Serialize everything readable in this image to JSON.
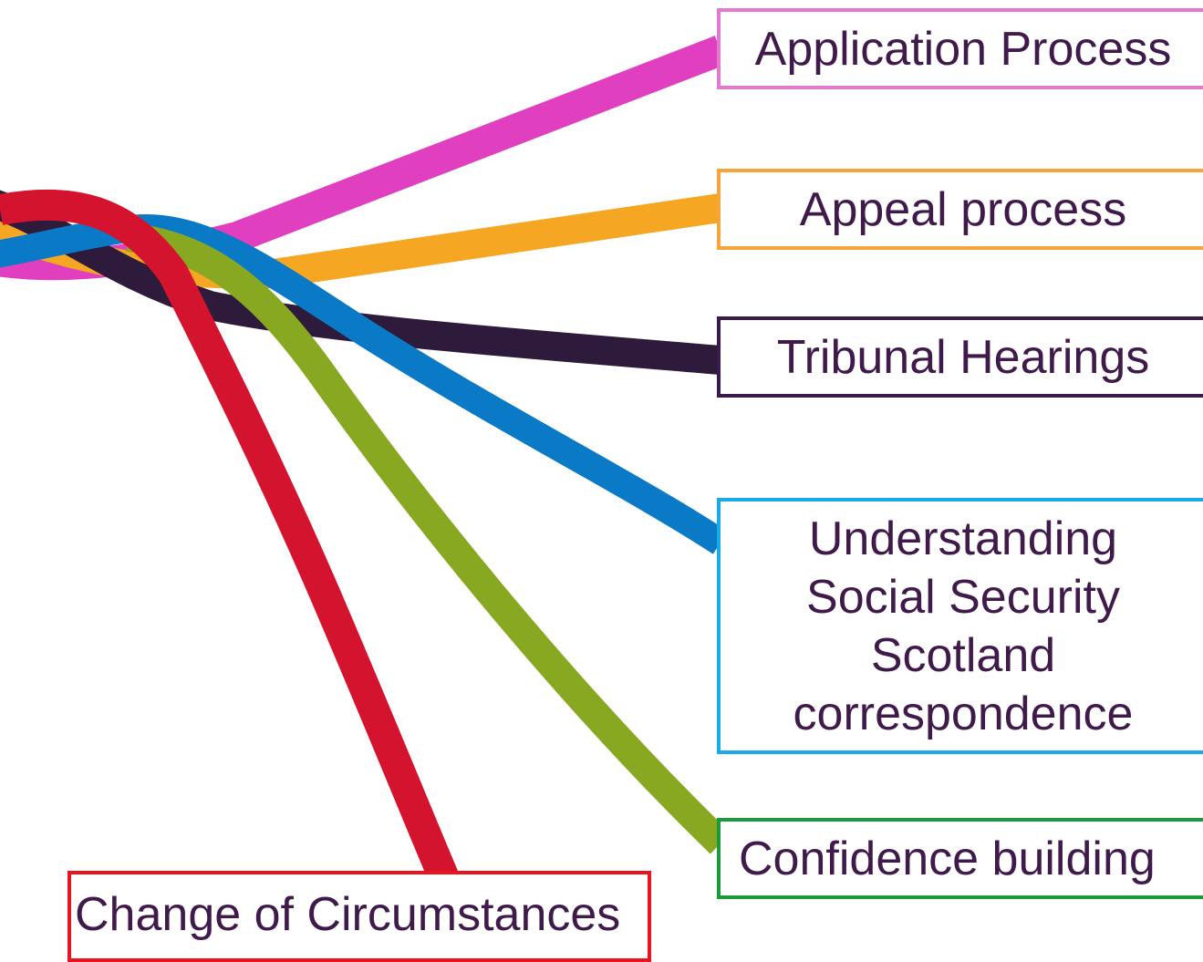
{
  "colors": {
    "text": "#3f1a4a",
    "magenta": "#e040c0",
    "orange": "#f5a623",
    "dark_purple": "#2e1a3a",
    "blue": "#0a7ac7",
    "green": "#88a822",
    "red": "#d4142e",
    "border_application": "#e07ad0",
    "border_appeal": "#f5a53a",
    "border_tribunal": "#3a1a4a",
    "border_understanding": "#1aaae8",
    "border_confidence": "#1a9a3a",
    "border_change": "#e8141e"
  },
  "labels": {
    "application": "Application Process",
    "appeal": "Appeal process",
    "tribunal": "Tribunal Hearings",
    "understanding_line1": "Understanding",
    "understanding_line2": "Social Security",
    "understanding_line3": "Scotland",
    "understanding_line4": "correspondence",
    "confidence": "Confidence building",
    "change": "Change of Circumstances"
  }
}
